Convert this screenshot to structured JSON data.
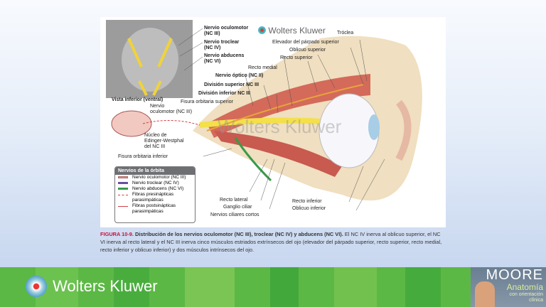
{
  "figure": {
    "watermark": "Wolters Kluwer",
    "labels": {
      "oculomotor": "Nervio oculomotor",
      "oculomotor_nc": "(NC III)",
      "troclear": "Nervio troclear",
      "troclear_nc": "(NC IV)",
      "abducens": "Nervio abducens",
      "abducens_nc": "(NC VI)",
      "recto_medial": "Recto medial",
      "optico": "Nervio óptico (NC II)",
      "div_sup": "División superior NC III",
      "div_inf": "División inferior NC III",
      "vista": "Vista inferior (ventral)",
      "fisura_sup": "Fisura orbitaria superior",
      "nervio": "Nervio",
      "oculomotor_nc3": "oculomotor (NC III)",
      "nucleo1": "Núcleo de",
      "nucleo2": "Edinger-Westphal",
      "nucleo3": "del NC III",
      "fisura_inf": "Fisura orbitaria inferior",
      "troclea": "Tróclea",
      "elevador": "Elevador del párpado superior",
      "oblicuo_sup": "Oblicuo superior",
      "recto_sup": "Recto superior",
      "recto_lat": "Recto lateral",
      "ganglio": "Ganglio ciliar",
      "ciliares": "Nervios ciliares cortos",
      "recto_inf": "Recto inferior",
      "oblicuo_inf": "Oblicuo inferior"
    },
    "legend": {
      "title": "Nervios de la órbita",
      "items": [
        {
          "label": "Nervio oculomotor (NC III)",
          "color": "#e8a33c"
        },
        {
          "label": "Nervio troclear (NC IV)",
          "color": "#6b4fa0"
        },
        {
          "label": "Nervio abducens (NC VI)",
          "color": "#3a9a48"
        },
        {
          "label": "Fibras presinápticas parasimpáticas",
          "color": "#d0404a"
        },
        {
          "label": "Fibras postsinápticas parasimpáticas",
          "color": "#d0404a"
        }
      ]
    }
  },
  "caption": {
    "id": "FIGURA 10-9.",
    "title": "Distribución de los nervios oculomotor (NC III), troclear (NC IV) y abducens (NC VI).",
    "text": "El NC IV inerva al oblicuo superior, el NC VI inerva al recto lateral y el NC III inerva cinco músculos estriados extrínsecos del ojo (elevador del párpado superior, recto superior, recto medial, recto inferior y oblicuo inferior) y dos músculos intrínsecos del ojo."
  },
  "footer": {
    "brand": "Wolters Kluwer",
    "book_title": "MOORE",
    "book_subtitle": "Anatomía",
    "book_tagline": "con orientación clínica"
  }
}
